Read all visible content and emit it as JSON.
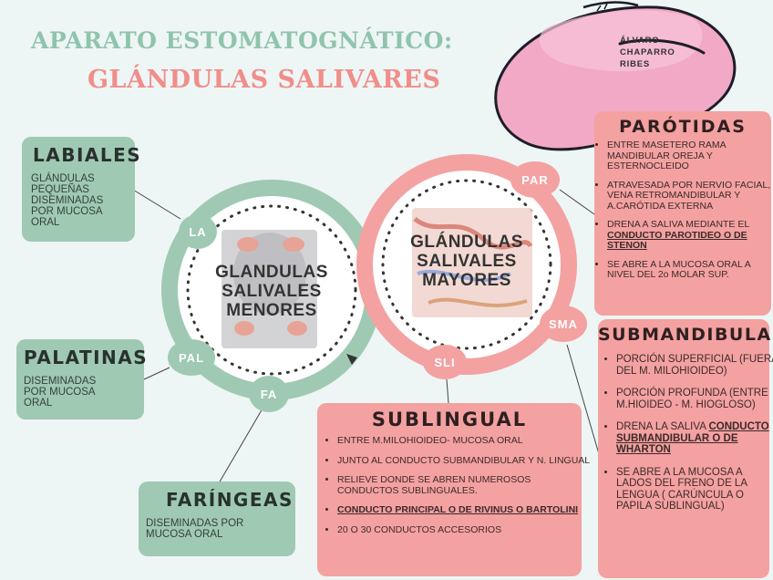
{
  "header": {
    "title_line1": "APARATO ESTOMATOGNÁTICO:",
    "title_line2": "GLÁNDULAS SALIVARES",
    "author": [
      "ÁLVARO",
      "CHAPARRO",
      "RIBES"
    ]
  },
  "colors": {
    "green": "#9fc9b3",
    "pink": "#f4a1a1",
    "title_green": "#8fc4ad",
    "title_pink": "#f08e8a",
    "background": "#eef5f5"
  },
  "minor": {
    "center": [
      "GLANDULAS",
      "SALIVALES",
      "MENORES"
    ],
    "nodes": {
      "la": "LA",
      "pal": "PAL",
      "fa": "FA"
    },
    "labiales": {
      "title": "LABIALES",
      "text": [
        "GLÁNDULAS",
        "PEQUEÑAS",
        "DISEMINADAS",
        "POR MUCOSA",
        "ORAL"
      ]
    },
    "palatinas": {
      "title": "PALATINAS",
      "text": [
        "DISEMINADAS",
        "POR MUCOSA",
        "ORAL"
      ]
    },
    "faringeas": {
      "title": "FARÍNGEAS",
      "text": [
        "DISEMINADAS POR",
        "MUCOSA ORAL"
      ]
    }
  },
  "major": {
    "center": [
      "GLÁNDULAS",
      "SALIVALES",
      "MAYORES"
    ],
    "nodes": {
      "par": "PAR",
      "sma": "SMA",
      "sli": "SLI"
    },
    "parotidas": {
      "title": "PARÓTIDAS",
      "b1": "ENTRE MASETERO RAMA MANDIBULAR OREJA Y ESTERNOCLEIDO",
      "b2": "ATRAVESADA POR NERVIO FACIAL, VENA RETROMANDIBULAR Y A.CARÓTIDA EXTERNA",
      "b3_pre": "DRENA A SALIVA MEDIANTE EL ",
      "b3_link": "CONDUCTO PAROTIDEO O DE STENON",
      "b4": "SE ABRE A LA MUCOSA ORAL A NIVEL DEL 2o MOLAR SUP."
    },
    "submandibular": {
      "title": "SUBMANDIBULAR",
      "b1": "PORCIÓN SUPERFICIAL (FUERA DEL M. MILOHIOIDEO)",
      "b2": "PORCIÓN PROFUNDA (ENTRE M.HIOIDEO - M. HIOGLOSO)",
      "b3_pre": "DRENA LA SALIVA ",
      "b3_link": "CONDUCTO SUBMANDIBULAR O DE WHARTON",
      "b4": "SE ABRE A LA MUCOSA A LADOS DEL FRENO DE LA LENGUA ( CARÚNCULA O PAPILA SUBLINGUAL)"
    },
    "sublingual": {
      "title": "SUBLINGUAL",
      "b1": "ENTRE M.MILOHIOIDEO- MUCOSA ORAL",
      "b2": "JUNTO AL CONDUCTO SUBMANDIBULAR Y N. LINGUAL",
      "b3": "RELIEVE DONDE SE ABREN NUMEROSOS CONDUCTOS SUBLINGUALES.",
      "b4_link": "CONDUCTO PRINCIPAL O DE RIVINUS O BARTOLINI",
      "b5": "20 O 30 CONDUCTOS ACCESORIOS"
    }
  }
}
